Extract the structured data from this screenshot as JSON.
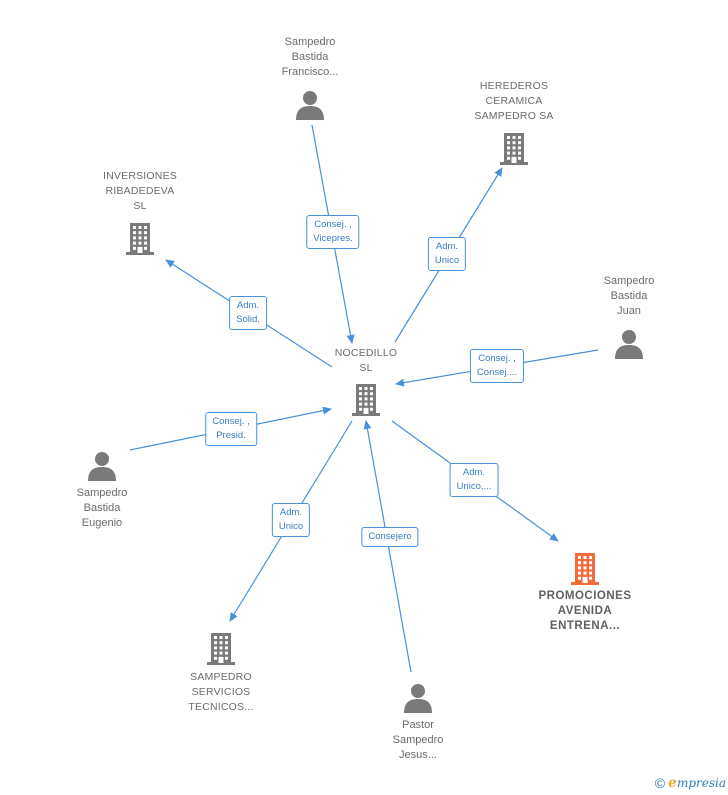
{
  "diagram": {
    "nodes": [
      {
        "id": "nocedillo",
        "type": "company",
        "style": "center",
        "label": [
          "NOCEDILLO",
          "SL"
        ]
      },
      {
        "id": "sampedro-francisco",
        "type": "person",
        "label": [
          "Sampedro",
          "Bastida",
          "Francisco..."
        ]
      },
      {
        "id": "herederos",
        "type": "company",
        "label": [
          "HEREDEROS",
          "CERAMICA",
          "SAMPEDRO SA"
        ]
      },
      {
        "id": "inversiones",
        "type": "company",
        "label": [
          "INVERSIONES",
          "RIBADEDEVA",
          "SL"
        ]
      },
      {
        "id": "sampedro-juan",
        "type": "person",
        "label": [
          "Sampedro",
          "Bastida",
          "Juan"
        ]
      },
      {
        "id": "sampedro-eugenio",
        "type": "person",
        "label": [
          "Sampedro",
          "Bastida",
          "Eugenio"
        ]
      },
      {
        "id": "promociones",
        "type": "company",
        "style": "highlight",
        "label": [
          "PROMOCIONES",
          "AVENIDA",
          "ENTRENA..."
        ]
      },
      {
        "id": "servicios",
        "type": "company",
        "label": [
          "SAMPEDRO",
          "SERVICIOS",
          "TECNICOS..."
        ]
      },
      {
        "id": "pastor",
        "type": "person",
        "label": [
          "Pastor",
          "Sampedro",
          "Jesus..."
        ]
      }
    ],
    "edges": [
      {
        "from": "sampedro-francisco",
        "to": "nocedillo",
        "label": [
          "Consej. ,",
          "Vicepres."
        ]
      },
      {
        "from": "nocedillo",
        "to": "herederos",
        "label": [
          "Adm.",
          "Unico"
        ]
      },
      {
        "from": "nocedillo",
        "to": "inversiones",
        "label": [
          "Adm.",
          "Solid."
        ]
      },
      {
        "from": "sampedro-juan",
        "to": "nocedillo",
        "label": [
          "Consej. ,",
          "Consej...."
        ]
      },
      {
        "from": "sampedro-eugenio",
        "to": "nocedillo",
        "label": [
          "Consej. ,",
          "Presid."
        ]
      },
      {
        "from": "nocedillo",
        "to": "promociones",
        "label": [
          "Adm.",
          "Unico,..."
        ]
      },
      {
        "from": "nocedillo",
        "to": "servicios",
        "label": [
          "Adm.",
          "Unico"
        ]
      },
      {
        "from": "pastor",
        "to": "nocedillo",
        "label": [
          "Consejero"
        ]
      }
    ]
  },
  "colors": {
    "edge": "#4a90d9",
    "icon": "#7a7a7a",
    "highlight": "#f26b3a"
  },
  "brand": {
    "copyright": "©",
    "initial": "e",
    "rest": "mpresia"
  }
}
